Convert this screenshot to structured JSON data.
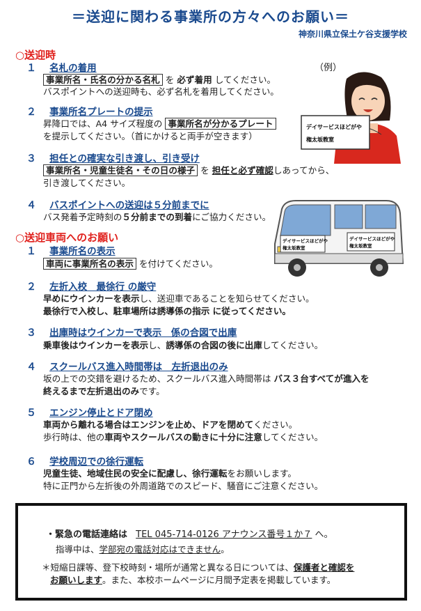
{
  "title": "＝送迎に関わる事業所の方々へのお願い＝",
  "school": "神奈川県立保土ケ谷支援学校",
  "example_label": "（例）",
  "sign_lines": [
    "デイサービスほどがや",
    "権太坂教室"
  ],
  "sections": {
    "pickup": "○送迎時",
    "vehicle": "○送迎車両へのお願い"
  },
  "items": {
    "i1": {
      "num": "１",
      "head": "名札の着用",
      "l1a": "事業所名・氏名の分かる名札",
      "l1b": " を ",
      "l1c": "必ず着用",
      "l1d": " してください。",
      "l2": "バスポイントへの送迎時も、必ず名札を着用してください。"
    },
    "i2": {
      "num": "２",
      "head": "事業所名プレートの提示",
      "l1a": "昇降口では、A4 サイズ程度の ",
      "l1b": "事業所名が分かるプレート",
      "l2": "を提示してください。（首にかけると両手が空きます）"
    },
    "i3": {
      "num": "３",
      "head": "担任との確実な引き渡し、引き受け",
      "l1a": "事業所名・児童生徒名・その日の様子",
      "l1b": " を ",
      "l1c": "担任と必ず確認",
      "l1d": "しあってから、",
      "l2": "引き渡してください。"
    },
    "i4": {
      "num": "４",
      "head": "バスポイントへの送迎は５分前までに",
      "l1a": "バス発着予定時刻の",
      "l1b": "５分前までの到着",
      "l1c": "にご協力ください。"
    },
    "v1": {
      "num": "１",
      "head": "事業所名の表示",
      "l1a": "車両に事業所名の表示",
      "l1b": " を付けてください。"
    },
    "v2": {
      "num": "２",
      "head": "左折入校　最徐行 の厳守",
      "l1a": "早めにウインカーを表示",
      "l1b": "し、送迎車であることを知らせてください。",
      "l2a": "最徐行で入校し、駐車場所は誘導係の指示",
      "l2b": " に従ってください。"
    },
    "v3": {
      "num": "３",
      "head": "出庫時はウインカーで表示　係の合図で出庫",
      "l1a": "乗車後はウインカーを表示",
      "l1b": "し、",
      "l1c": "誘導係の合図の後に出庫",
      "l1d": "してください。"
    },
    "v4": {
      "num": "４",
      "head": "スクールバス進入時間帯は　左折退出のみ",
      "l1a": "坂の上での交錯を避けるため、スクールバス進入時間帯は ",
      "l1b": "バス３台すべてが進入を",
      "l2a": "終えるまで左折退出のみ",
      "l2b": "です。"
    },
    "v5": {
      "num": "５",
      "head": "エンジン停止とドア閉め",
      "l1a": "車両から離れる場合はエンジンを止め、ドアを閉めて",
      "l1b": "ください。",
      "l2a": "歩行時は、他の",
      "l2b": "車両やスクールバスの動きに十分に注意",
      "l2c": "してください。"
    },
    "v6": {
      "num": "６",
      "head": "学校周辺での徐行運転",
      "l1a": "児童生徒、地域住民の安全に配慮し、徐行運転",
      "l1b": "をお願いします。",
      "l2": "特に正門から左折後の外周道路でのスピード、騒音にご注意ください。"
    }
  },
  "notice": {
    "l1a": "・緊急の電話連絡は",
    "l1b": "TEL 045-714-0126 アナウンス番号１か７",
    "l1c": " へ。",
    "l2a": "指導中は、",
    "l2b": "学部宛の電話対応はできません",
    "l2c": "。",
    "l3a": "＊短縮日課等、登下校時刻・場所が通常と異なる日については、",
    "l3b": "保護者と確認を",
    "l4a": "お願いします",
    "l4b": "。また、本校ホームページに月間予定表を掲載しています。"
  },
  "colors": {
    "heading_blue": "#1a4a8e",
    "section_red": "#e0201c"
  }
}
